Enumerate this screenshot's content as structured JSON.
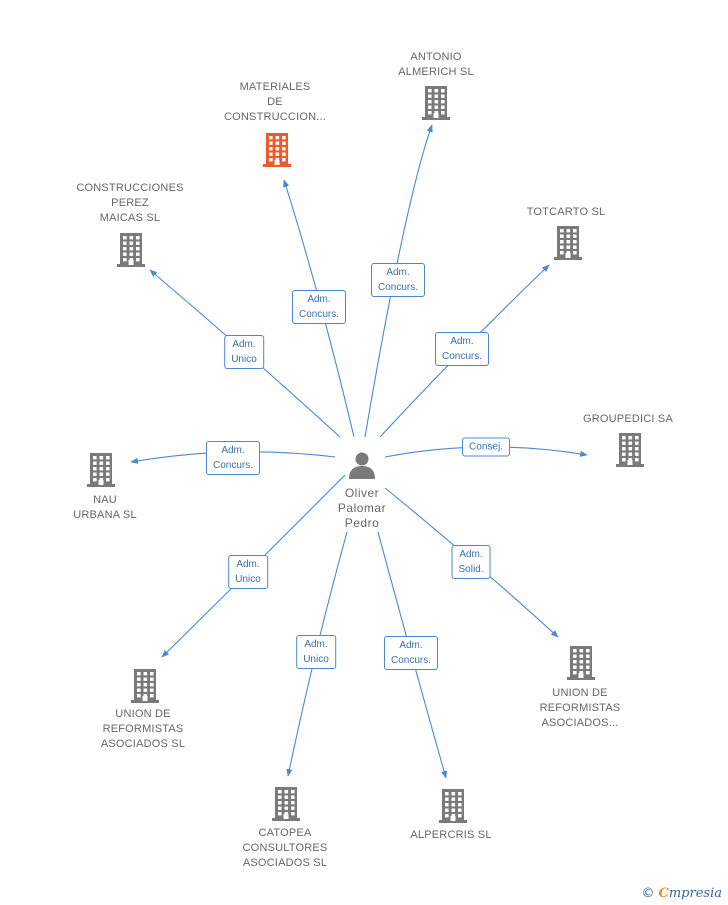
{
  "center": {
    "name_lines": [
      "Oliver",
      "Palomar",
      "Pedro"
    ],
    "icon": "person-icon"
  },
  "colors": {
    "edge": "#4a88d6",
    "node": "#7a7a7a",
    "highlight": "#f05a28"
  },
  "nodes": [
    {
      "id": "antonio-almerich",
      "label_lines": [
        "ANTONIO",
        "ALMERICH SL"
      ],
      "role_lines": [
        "Adm.",
        "Concurs."
      ],
      "highlight": false
    },
    {
      "id": "materiales",
      "label_lines": [
        "MATERIALES",
        "DE",
        "CONSTRUCCION..."
      ],
      "role_lines": [
        "Adm.",
        "Concurs."
      ],
      "highlight": true
    },
    {
      "id": "construcciones-perez",
      "label_lines": [
        "CONSTRUCCIONES",
        "PEREZ",
        "MAICAS SL"
      ],
      "role_lines": [
        "Adm.",
        "Unico"
      ],
      "highlight": false
    },
    {
      "id": "totcarto",
      "label_lines": [
        "TOTCARTO SL"
      ],
      "role_lines": [
        "Adm.",
        "Concurs."
      ],
      "highlight": false
    },
    {
      "id": "groupedici",
      "label_lines": [
        "GROUPEDICI SA"
      ],
      "role_lines": [
        "Consej."
      ],
      "highlight": false
    },
    {
      "id": "nau-urbana",
      "label_lines": [
        "NAU",
        "URBANA SL"
      ],
      "role_lines": [
        "Adm.",
        "Concurs."
      ],
      "highlight": false
    },
    {
      "id": "union-reformistas-sl",
      "label_lines": [
        "UNION DE",
        "REFORMISTAS",
        "ASOCIADOS SL"
      ],
      "role_lines": [
        "Adm.",
        "Unico"
      ],
      "highlight": false
    },
    {
      "id": "union-reformistas-2",
      "label_lines": [
        "UNION DE",
        "REFORMISTAS",
        "ASOCIADOS..."
      ],
      "role_lines": [
        "Adm.",
        "Solid."
      ],
      "highlight": false
    },
    {
      "id": "catopea",
      "label_lines": [
        "CATOPEA",
        "CONSULTORES",
        "ASOCIADOS SL"
      ],
      "role_lines": [
        "Adm.",
        "Unico"
      ],
      "highlight": false
    },
    {
      "id": "alpercris",
      "label_lines": [
        "ALPERCRIS SL"
      ],
      "role_lines": [
        "Adm.",
        "Concurs."
      ],
      "highlight": false
    }
  ],
  "brand": {
    "copyright": "©",
    "e": "C",
    "rest": "mpresia"
  }
}
